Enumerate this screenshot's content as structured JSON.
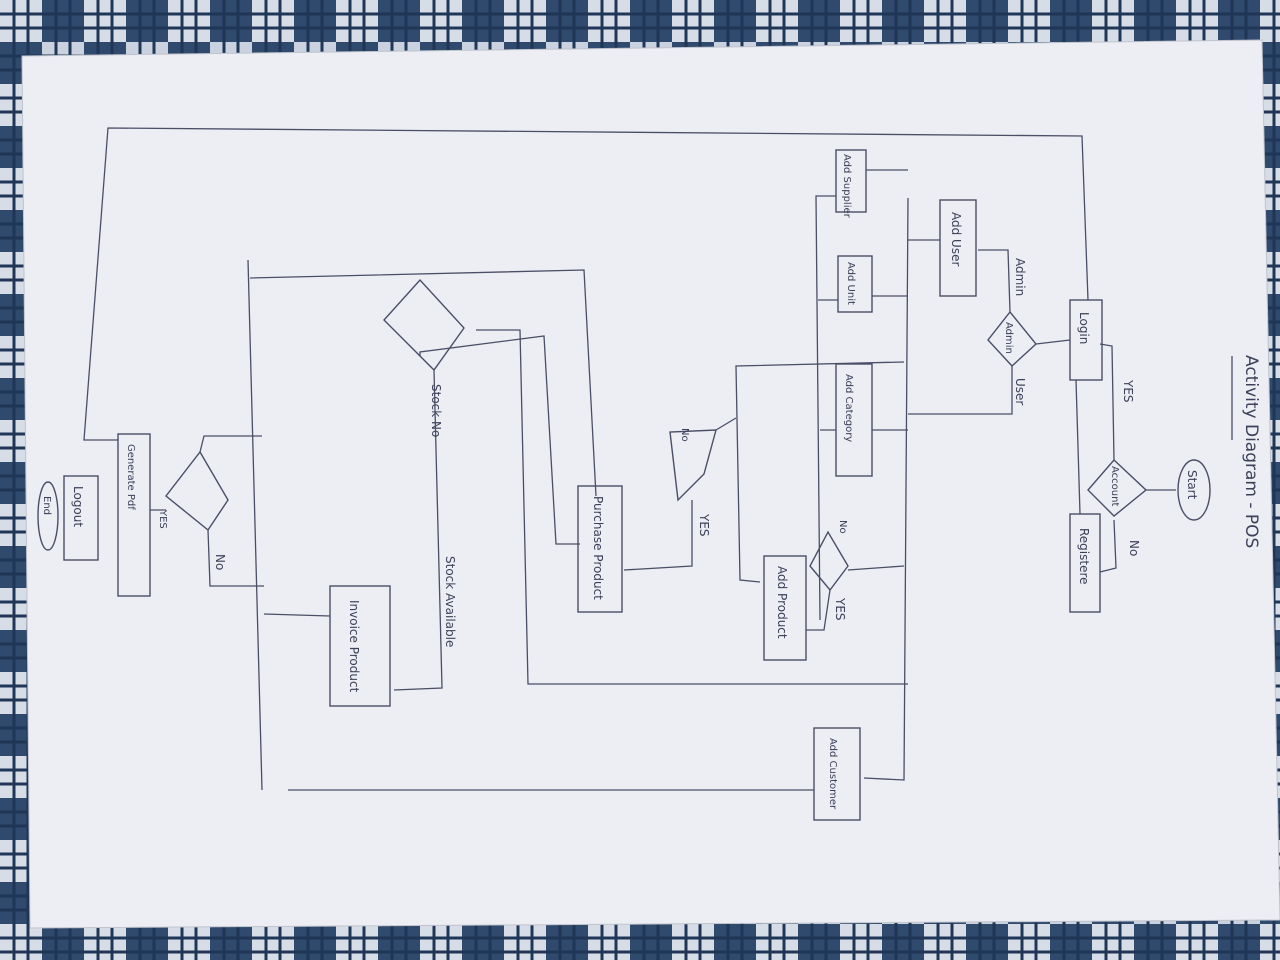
{
  "title": "Activity Diagram - POS",
  "nodes": {
    "start": "Start",
    "account": "Account",
    "register": "Registere",
    "login": "Login",
    "admin_decision": "Admin",
    "add_user": "Add User",
    "add_supplier": "Add Supplier",
    "add_unit": "Add Unit",
    "add_category": "Add Category",
    "add_product": "Add Product",
    "purchase_product": "Purchase Product",
    "invoice_product": "Invoice Product",
    "add_customer": "Add Customer",
    "generate_pdf": "Generate Pdf",
    "logout": "Logout",
    "end": "End"
  },
  "edge_labels": {
    "account_yes": "YES",
    "account_no": "No",
    "admin": "Admin",
    "user": "User",
    "product_no": "No",
    "product_yes": "YES",
    "purchase_no": "No",
    "purchase_yes": "YES",
    "stock_no": "Stock No",
    "stock_available": "Stock Available",
    "pdf_yes": "YES",
    "pdf_no": "No"
  }
}
